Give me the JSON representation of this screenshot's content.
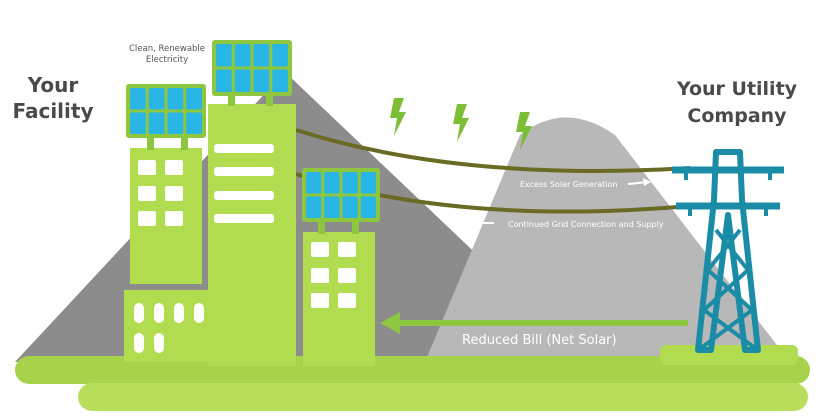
{
  "labels": {
    "your_facility": "Your Facility",
    "your_utility_company": "Your Utility Company",
    "clean_renewable": "Clean, Renewable Electricity",
    "excess_solar": "Excess Solar Generation",
    "grid_supply": "Continued Grid Connection and Supply",
    "reduced_bill": "Reduced Bill (Net Solar)"
  },
  "colors": {
    "building_green": "#b1dc4f",
    "ground_green": "#8dc63f",
    "mountain_dark": "#8c8c8c",
    "mountain_light": "#b8b8b8",
    "panel_blue": "#29b6e6",
    "tower_teal": "#1a8ca6",
    "wire_olive": "#6b6a24",
    "bolt_green": "#7cbf37"
  }
}
